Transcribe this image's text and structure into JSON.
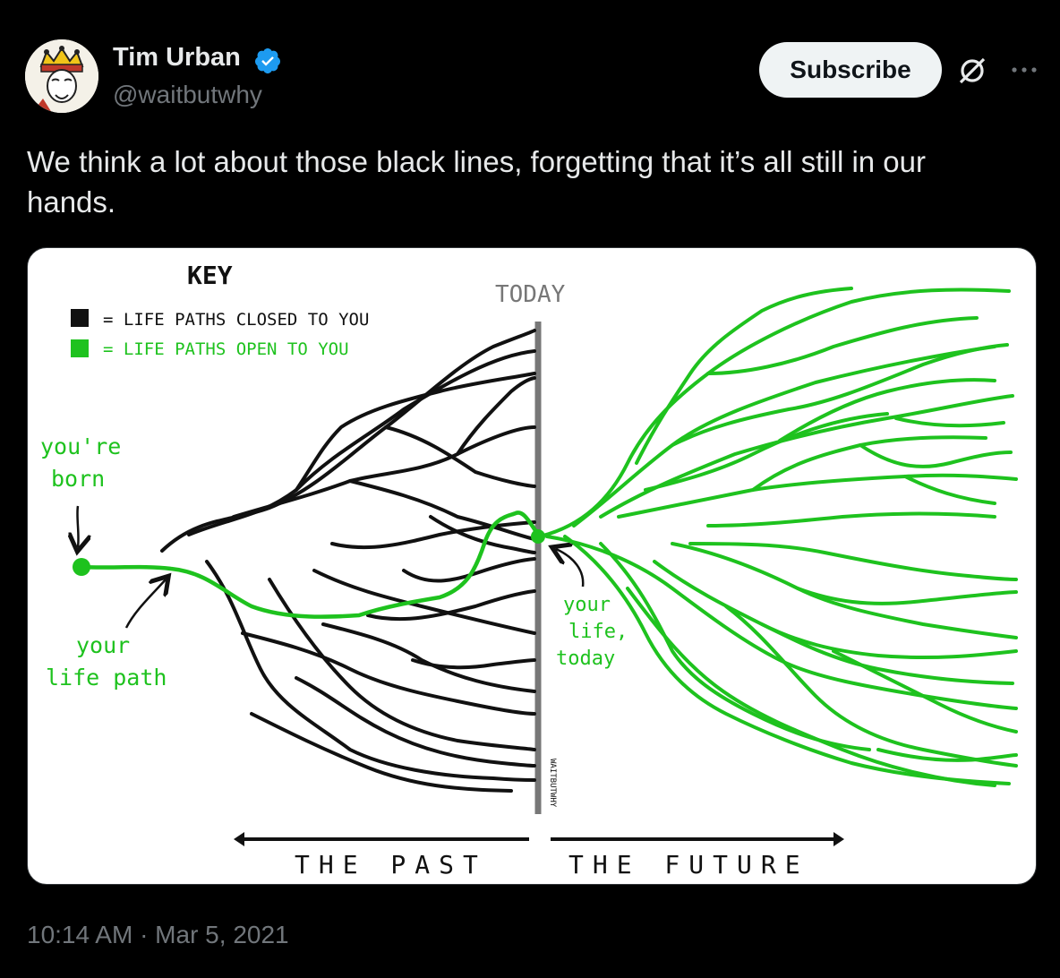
{
  "author": {
    "name": "Tim Urban",
    "handle": "@waitbutwhy",
    "verified": true,
    "avatar_icon": "king-card-avatar"
  },
  "actions": {
    "subscribe_label": "Subscribe",
    "grok_icon": "grok-icon",
    "more_icon": "more-icon"
  },
  "tweet": {
    "text": "We think a lot about those black lines, forgetting that it’s all still in our hands.",
    "timestamp": "10:14 AM · Mar 5, 2021"
  },
  "image": {
    "key_title": "KEY",
    "key_closed": "= LIFE PATHS CLOSED TO YOU",
    "key_open": "= LIFE PATHS OPEN TO YOU",
    "today": "TODAY",
    "born_line1": "you're",
    "born_line2": "born",
    "path_line1": "your",
    "path_line2": "life path",
    "today_line1": "your",
    "today_line2": "life,",
    "today_line3": "today",
    "signature": "WAITBUTWHY",
    "past": "THE PAST",
    "future": "THE FUTURE",
    "closed_color": "#000000",
    "open_color": "#1ec21e"
  },
  "colors": {
    "background": "#000000",
    "accent_verified": "#1d9bf0",
    "text_primary": "#e7e9ea",
    "text_secondary": "#71767b"
  }
}
